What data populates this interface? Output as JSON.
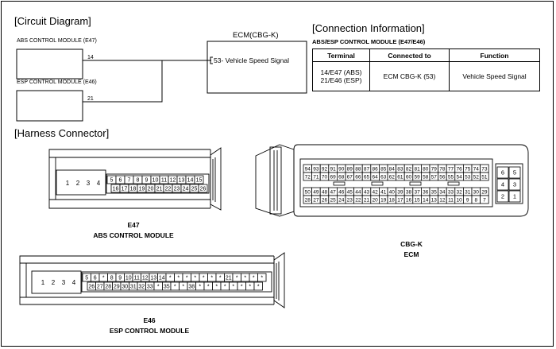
{
  "circuit": {
    "title": "[Circuit Diagram]",
    "abs_module": "ABS CONTROL MODULE (E47)",
    "abs_pin": "14",
    "esp_module": "ESP CONTROL MODULE (E46)",
    "esp_pin": "21",
    "ecm_title": "ECM(CBG-K)",
    "ecm_signal": "53- Vehicle Speed Signal"
  },
  "connection": {
    "title": "[Connection Information]",
    "subtitle": "ABS/ESP CONTROL MODULE (E47/E46)",
    "headers": [
      "Terminal",
      "Connected to",
      "Function"
    ],
    "row": {
      "terminal_1": "14/E47 (ABS)",
      "terminal_2": "21/E46 (ESP)",
      "connected_to": "ECM CBG-K (53)",
      "function": "Vehicle Speed Signal"
    }
  },
  "harness": {
    "title": "[Harness Connector]",
    "e47": {
      "code": "E47",
      "name": "ABS CONTROL MODULE",
      "group_pins": [
        "1",
        "2",
        "3",
        "4"
      ],
      "top_row": [
        "5",
        "6",
        "7",
        "8",
        "9",
        "10",
        "11",
        "12",
        "13",
        "14",
        "15"
      ],
      "bottom_row": [
        "16",
        "17",
        "18",
        "19",
        "20",
        "21",
        "22",
        "23",
        "24",
        "25",
        "26"
      ]
    },
    "e46": {
      "code": "E46",
      "name": "ESP CONTROL MODULE",
      "group_pins": [
        "1",
        "2",
        "3",
        "4"
      ],
      "top_row": [
        "5",
        "6",
        "*",
        "8",
        "9",
        "10",
        "11",
        "12",
        "13",
        "14",
        "*",
        "*",
        "*",
        "*",
        "*",
        "*",
        "*",
        "21",
        "*",
        "*",
        "*",
        "*"
      ],
      "bottom_row": [
        "26",
        "27",
        "28",
        "29",
        "30",
        "31",
        "32",
        "33",
        "*",
        "35",
        "*",
        "*",
        "38",
        "*",
        "*",
        "*",
        "*",
        "*",
        "*",
        "*",
        "*"
      ]
    },
    "ecm": {
      "code": "CBG-K",
      "name": "ECM",
      "row1": [
        "94",
        "93",
        "92",
        "91",
        "90",
        "89",
        "88",
        "87",
        "86",
        "85",
        "84",
        "83",
        "82",
        "81",
        "80",
        "79",
        "78",
        "77",
        "76",
        "75",
        "74",
        "73"
      ],
      "row2": [
        "72",
        "71",
        "70",
        "69",
        "68",
        "67",
        "66",
        "65",
        "64",
        "63",
        "62",
        "61",
        "60",
        "59",
        "58",
        "57",
        "56",
        "55",
        "54",
        "53",
        "52",
        "51"
      ],
      "row3": [
        "50",
        "49",
        "48",
        "47",
        "46",
        "45",
        "44",
        "43",
        "42",
        "41",
        "40",
        "39",
        "38",
        "37",
        "36",
        "35",
        "34",
        "33",
        "32",
        "31",
        "30",
        "29"
      ],
      "row4": [
        "28",
        "27",
        "26",
        "25",
        "24",
        "23",
        "22",
        "21",
        "20",
        "19",
        "18",
        "17",
        "16",
        "15",
        "14",
        "13",
        "12",
        "11",
        "10",
        "9",
        "8",
        "7"
      ],
      "side_pins": [
        "6",
        "5",
        "4",
        "3",
        "2",
        "1"
      ]
    }
  }
}
